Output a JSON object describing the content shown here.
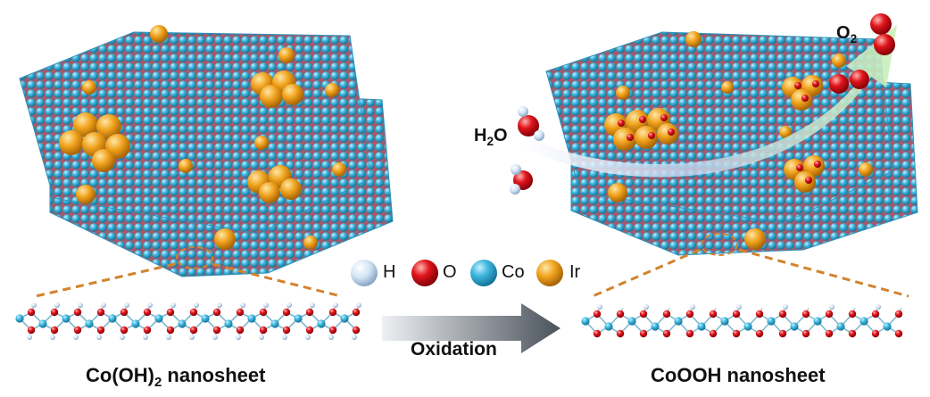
{
  "left_sheet": {
    "caption_main": "Co(OH)",
    "caption_sub": "2",
    "caption_tail": " nanosheet"
  },
  "right_sheet": {
    "caption": "CoOOH nanosheet"
  },
  "reaction": {
    "reactant_main": "H",
    "reactant_sub": "2",
    "reactant_tail": "O",
    "product_main": "O",
    "product_sub": "2"
  },
  "process": {
    "label": "Oxidation"
  },
  "legend": {
    "items": [
      {
        "label": "H",
        "color": "#cfe0f2"
      },
      {
        "label": "O",
        "color": "#e0161b"
      },
      {
        "label": "Co",
        "color": "#2fb3dc"
      },
      {
        "label": "Ir",
        "color": "#f0a014"
      }
    ]
  },
  "colors": {
    "co": "#3fb8df",
    "ir": "#f0a21c",
    "oxygen": "#e0161b",
    "hydrogen": "#cfe0f2",
    "bond_dash": "#d2832e",
    "arrow": "#555d66"
  }
}
